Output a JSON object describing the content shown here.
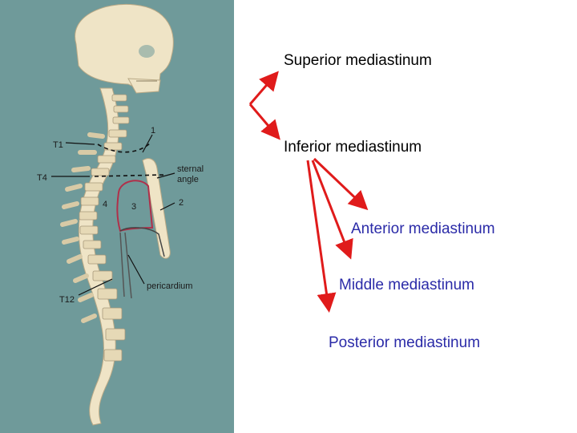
{
  "figure": {
    "labels": {
      "t1": "T1",
      "t4": "T4",
      "t12": "T12",
      "one": "1",
      "two": "2",
      "three": "3",
      "four": "4",
      "sternal": "sternal",
      "angle": "angle",
      "pericardium": "pericardium"
    },
    "colors": {
      "panel_bg": "#6f9a9a",
      "bone": "#efe4c6",
      "pericardium_outline": "#b0304a"
    }
  },
  "headings": {
    "superior": "Superior mediastinum",
    "inferior": "Inferior mediastinum"
  },
  "subdivisions": {
    "anterior": "Anterior mediastinum",
    "middle": "Middle mediastinum",
    "posterior": "Posterior mediastinum"
  },
  "colors": {
    "heading_text": "#000000",
    "subdivision_text": "#2b2ba8",
    "arrow": "#e01b1b"
  }
}
